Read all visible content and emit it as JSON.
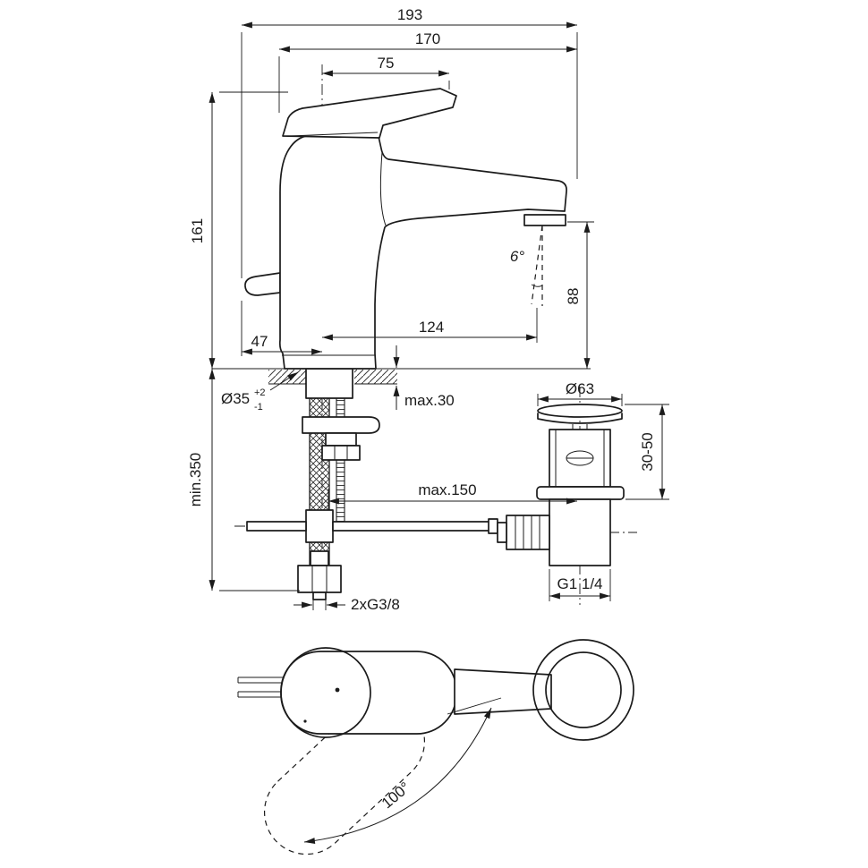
{
  "page": {
    "background": "#ffffff",
    "ink": "#1b1b1b",
    "description": "Technical dimensional drawing of a single-lever basin mixer tap with pop-up waste"
  },
  "side_view": {
    "dim_total_depth": "193",
    "dim_spout_depth": "170",
    "dim_handle_depth": "75",
    "dim_height_to_deck": "161",
    "dim_hose_length": "min.350",
    "dim_spout_height": "88",
    "dim_stream_angle": "6°",
    "dim_spout_reach": "124",
    "dim_rear_offset": "47",
    "dim_deck_thickness": "max.30",
    "dim_hole_diameter": "Ø35",
    "dim_hole_tol_plus": "+2",
    "dim_hole_tol_minus": "-1",
    "dim_stud_length": "max.150",
    "dim_hose_thread": "2xG3/8"
  },
  "waste_view": {
    "dim_flange_diameter": "Ø63",
    "dim_height_range": "30-50",
    "dim_thread": "G1 1/4"
  },
  "top_view": {
    "dim_handle_swivel": "100°"
  }
}
